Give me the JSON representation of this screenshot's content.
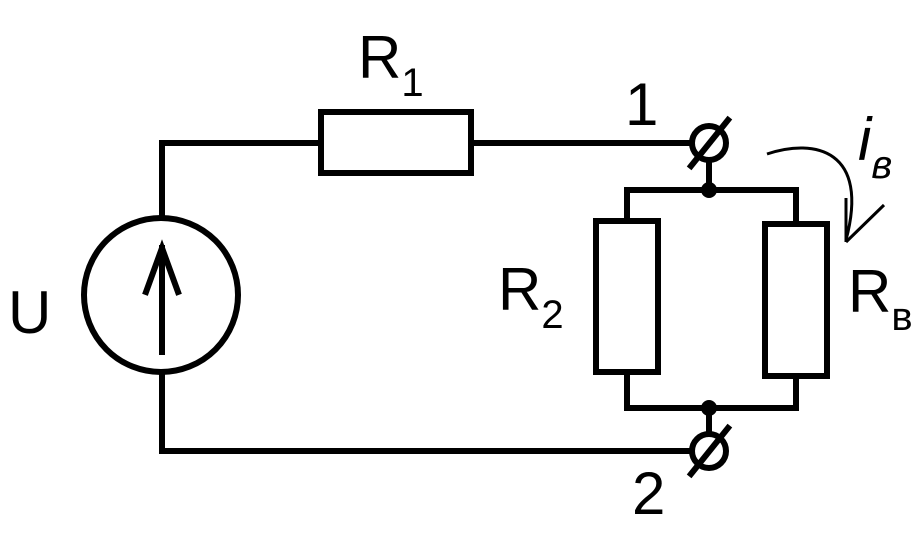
{
  "diagram": {
    "labels": {
      "r1_main": "R",
      "r1_sub": "1",
      "r2_main": "R",
      "r2_sub": "2",
      "rv_main": "R",
      "rv_sub": "в",
      "u": "U",
      "node1": "1",
      "node2": "2",
      "iv_main": "i",
      "iv_sub": "в"
    }
  }
}
